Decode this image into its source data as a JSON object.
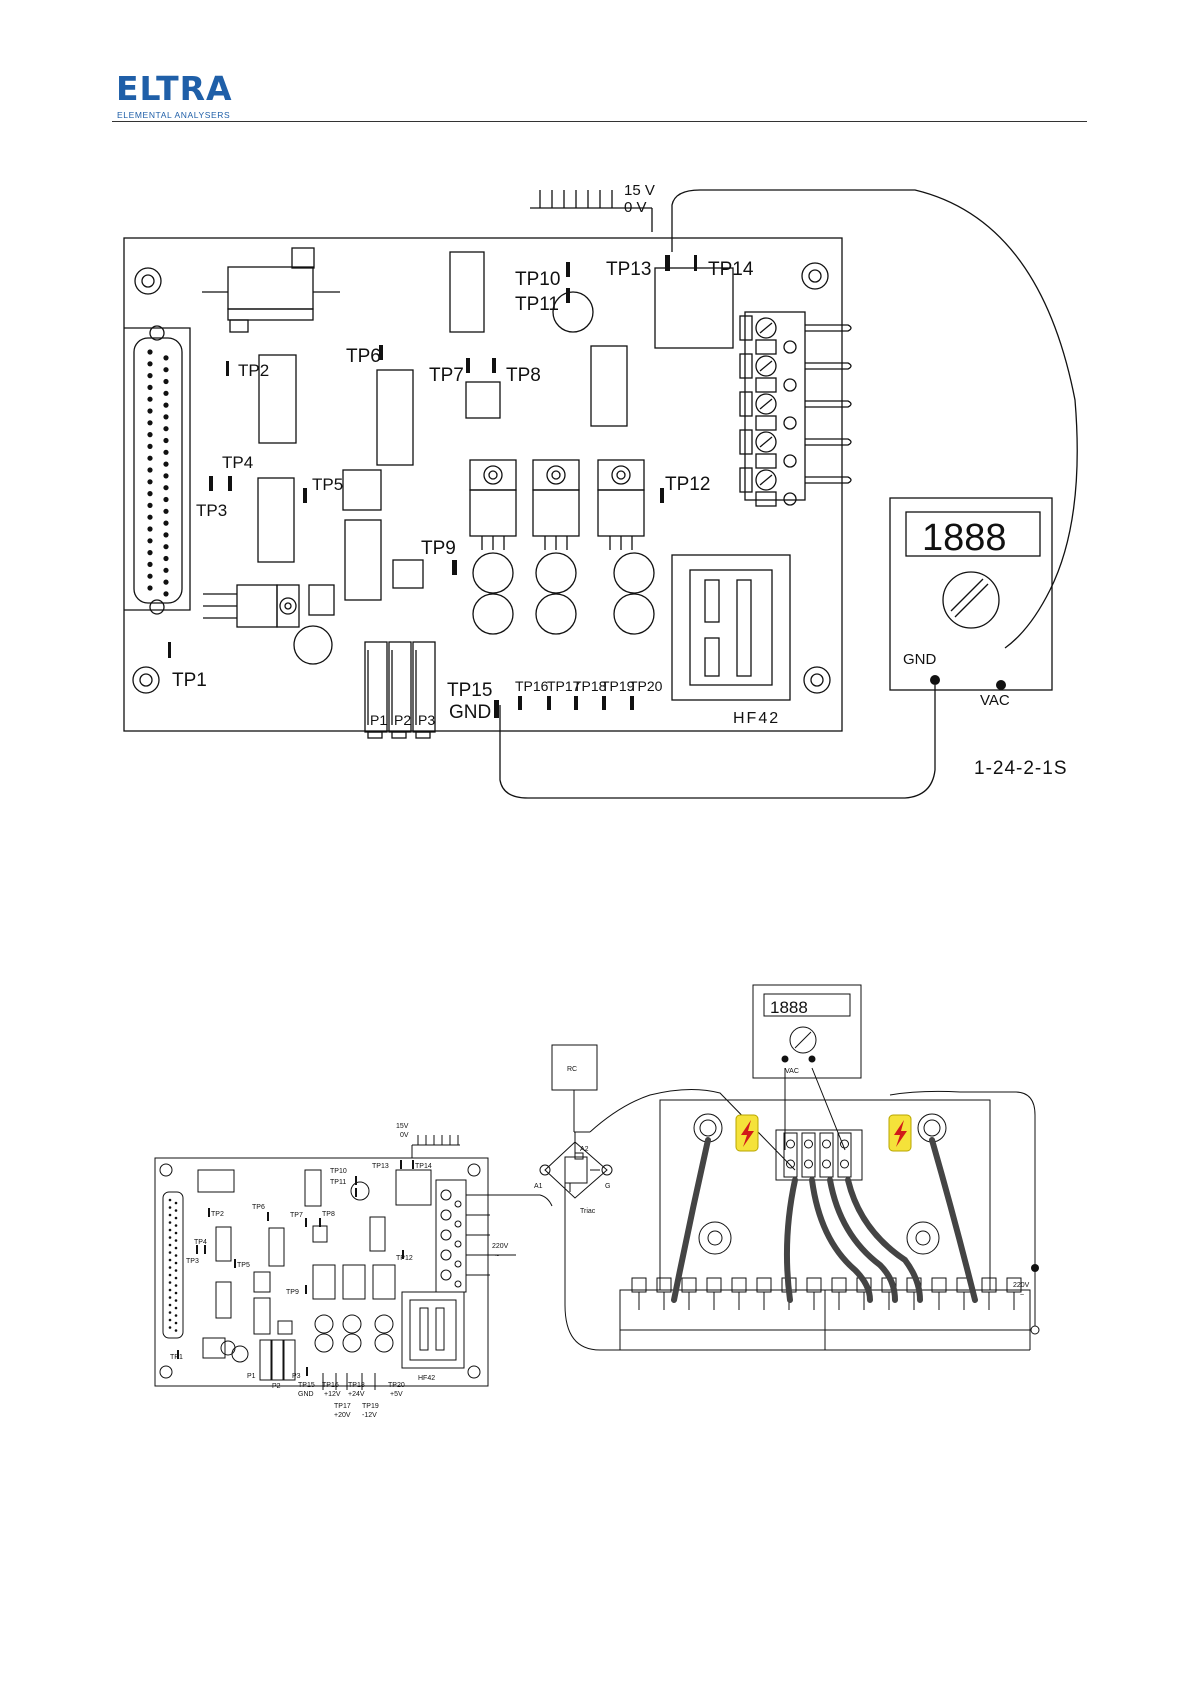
{
  "header": {
    "logo_word": "ELTRA",
    "logo_sub": "ELEMENTAL ANALYSERS"
  },
  "colors": {
    "brand": "#1f5fa8",
    "warning_bg": "#f5e23a",
    "warning_bolt": "#d11a1a"
  },
  "figure1": {
    "supply_15v": "15 V",
    "supply_0v": "0 V",
    "tp": {
      "tp1": "TP1",
      "tp2": "TP2",
      "tp3": "TP3",
      "tp4": "TP4",
      "tp5": "TP5",
      "tp6": "TP6",
      "tp7": "TP7",
      "tp8": "TP8",
      "tp9": "TP9",
      "tp10": "TP10",
      "tp11": "TP11",
      "tp12": "TP12",
      "tp13": "TP13",
      "tp14": "TP14",
      "tp15": "TP15",
      "tp16": "TP16",
      "tp17": "TP17",
      "tp18": "TP18",
      "tp19": "TP19",
      "tp20": "TP20"
    },
    "gnd_board": "GND",
    "p1": "P1",
    "p2": "P2",
    "p3": "P3",
    "board_name": "HF42",
    "meter_display": "1888",
    "meter_gnd": "GND",
    "meter_vac": "VAC",
    "figure_id": "1-24-2-1S"
  },
  "figure2": {
    "supply_15v": "15V",
    "supply_0v": "0V",
    "tp": {
      "tp1": "TP1",
      "tp2": "TP2",
      "tp3": "TP3",
      "tp4": "TP4",
      "tp5": "TP5",
      "tp6": "TP6",
      "tp7": "TP7",
      "tp8": "TP8",
      "tp9": "TP9",
      "tp10": "TP10",
      "tp11": "TP11",
      "tp12": "TP12",
      "tp13": "TP13",
      "tp14": "TP14",
      "tp15": "TP15",
      "tp16": "TP16",
      "tp17": "TP17",
      "tp18": "TP18",
      "tp19": "TP19",
      "tp20": "TP20"
    },
    "gnd": "GND",
    "v_p12": "+12V",
    "v_p20": "+20V",
    "v_p24": "+24V",
    "v_m12": "-12V",
    "v_p5": "+5V",
    "p1": "P1",
    "p2": "P2",
    "p3": "P3",
    "board_name": "HF42",
    "v220_left": "220V",
    "tilde_left": "~",
    "rc": "RC",
    "a2": "A2",
    "a1": "A1",
    "g": "G",
    "triac": "Triac",
    "meter_display": "1888",
    "meter_vac": "VAC",
    "v220_right": "220V",
    "tilde_right": "~"
  }
}
